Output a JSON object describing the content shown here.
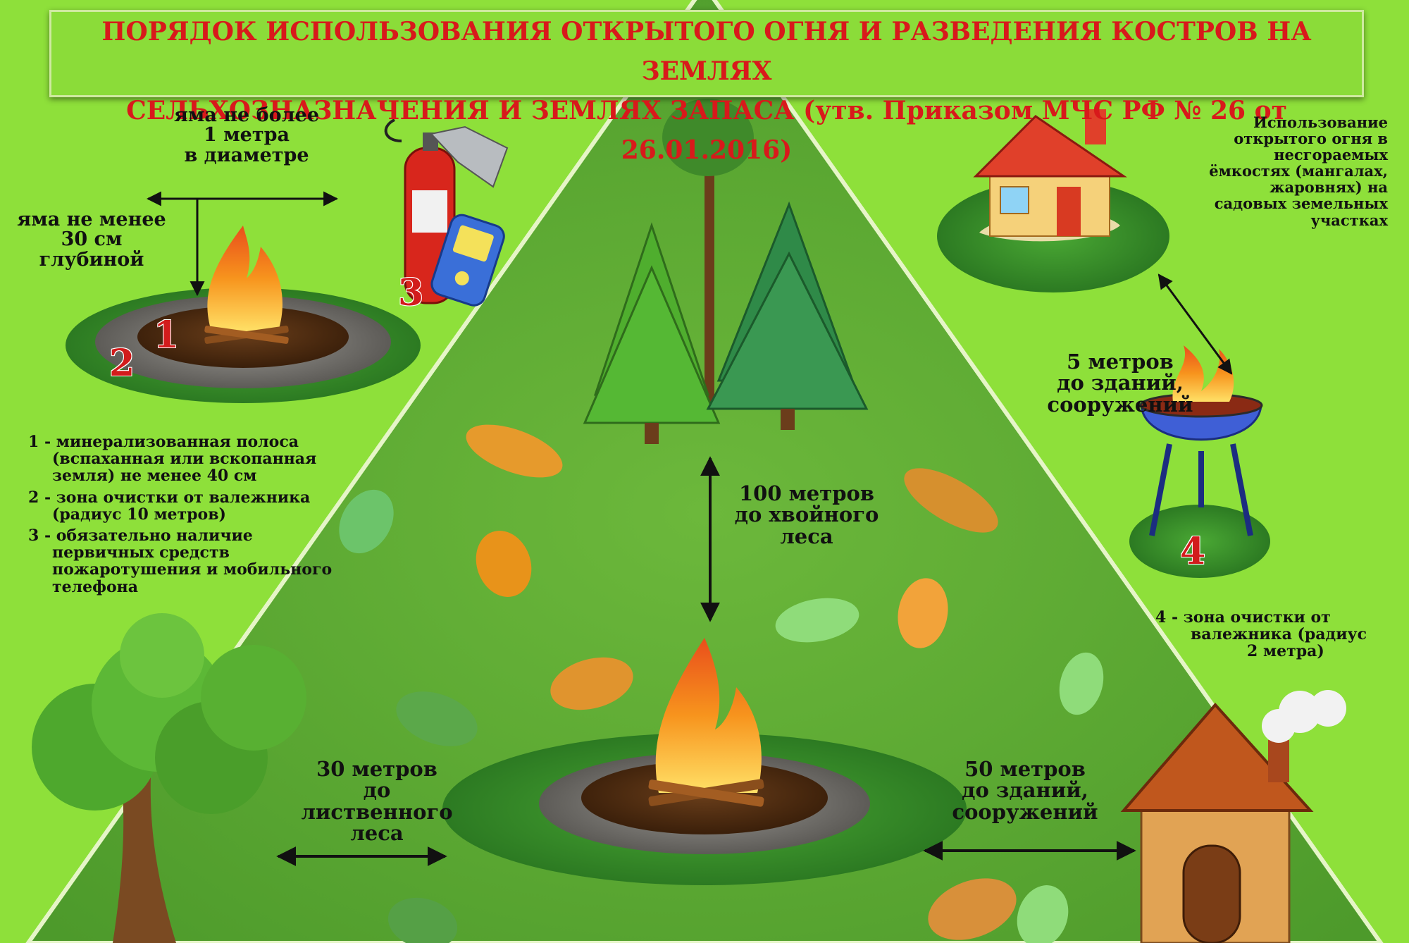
{
  "title": {
    "line1": "ПОРЯДОК ИСПОЛЬЗОВАНИЯ ОТКРЫТОГО ОГНЯ И РАЗВЕДЕНИЯ КОСТРОВ НА ЗЕМЛЯХ",
    "line2": "СЕЛЬХОЗНАЗНАЧЕНИЯ И ЗЕМЛЯХ ЗАПАСА (утв. Приказом МЧС РФ № 26 от 26.01.2016)"
  },
  "pit": {
    "diameter": [
      "яма не более",
      "1 метра",
      "в диаметре"
    ],
    "depth": [
      "яма не менее",
      "30 см",
      "глубиной"
    ]
  },
  "markers": {
    "m1": "1",
    "m2": "2",
    "m3": "3",
    "m4": "4"
  },
  "legend": [
    "1 - минерализованная полоса (вспаханная или вскопанная земля) не менее 40 см",
    "2 - зона очистки от валежника (радиус 10 метров)",
    "3 - обязательно наличие первичных средств пожаротушения и мобильного телефона"
  ],
  "garden": {
    "text": [
      "Использование",
      "открытого огня в",
      "несгораемых",
      "ёмкостях (мангалах,",
      "жаровнях) на",
      "садовых земельных",
      "участках"
    ],
    "distance": [
      "5 метров",
      "до зданий,",
      "сооружений"
    ],
    "zone": [
      "4 - зона очистки от",
      "валежника (радиус",
      "2 метра)"
    ]
  },
  "distances": {
    "conifer": [
      "100 метров",
      "до хвойного",
      "леса"
    ],
    "deciduous": [
      "30 метров",
      "до лиственного",
      "леса"
    ],
    "buildings": [
      "50 метров",
      "до зданий,",
      "сооружений"
    ]
  },
  "colors": {
    "background": "#8ee03a",
    "triangle": "#5fa833",
    "title_text": "#d8191b",
    "grass": "#3e8f2a",
    "ash": "#7a7a76",
    "flame": "#f7941d"
  }
}
